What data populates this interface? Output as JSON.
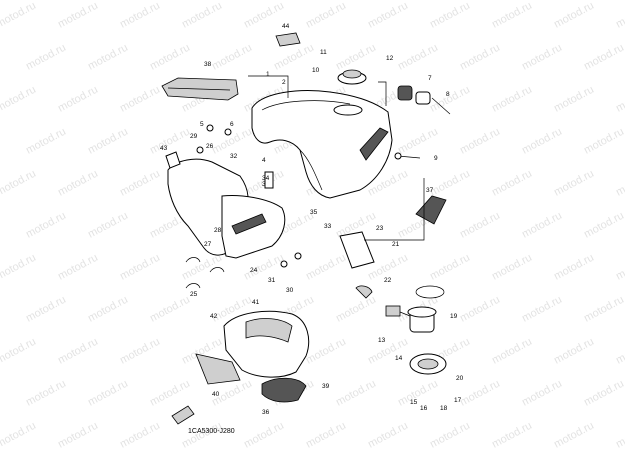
{
  "diagram": {
    "watermark_text": "motod.ru",
    "drawing_code": "1CA5300-J280",
    "callouts": [
      "1",
      "2",
      "3",
      "4",
      "5",
      "6",
      "7",
      "8",
      "9",
      "10",
      "11",
      "12",
      "13",
      "14",
      "15",
      "16",
      "17",
      "18",
      "19",
      "20",
      "21",
      "22",
      "23",
      "24",
      "25",
      "26",
      "27",
      "28",
      "29",
      "30",
      "31",
      "32",
      "33",
      "34",
      "35",
      "36",
      "37",
      "38",
      "39",
      "40",
      "41",
      "42",
      "43",
      "44"
    ]
  }
}
